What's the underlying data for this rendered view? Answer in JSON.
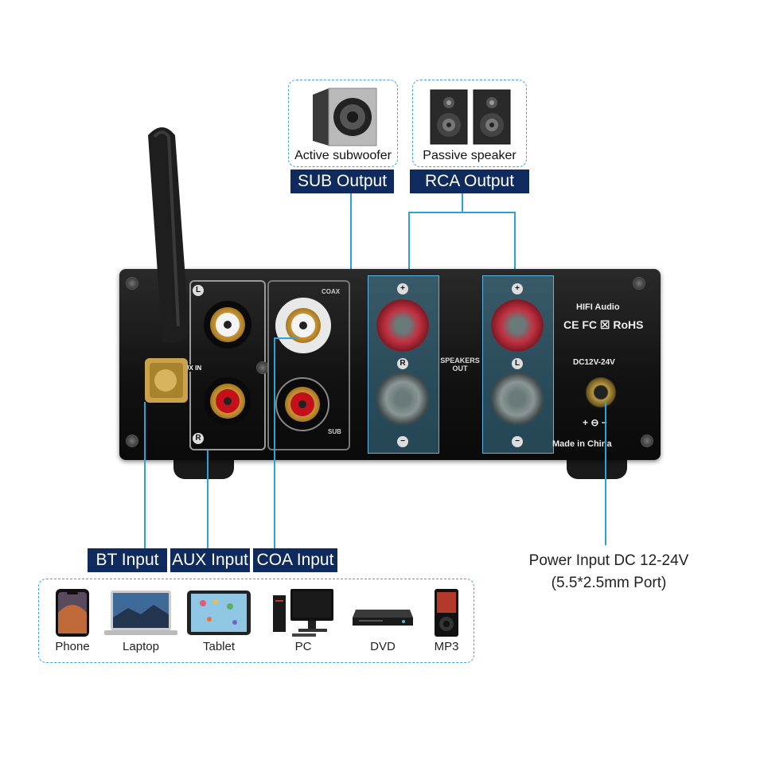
{
  "top": {
    "subwoofer_caption": "Active subwoofer",
    "passive_caption": "Passive speaker",
    "sub_output": "SUB Output",
    "rca_output": "RCA Output"
  },
  "amp": {
    "brand": "HIFI Audio",
    "certs": "CE FC ☒ RoHS",
    "dc_label": "DC12V-24V",
    "made_in": "Made in China",
    "speakers_out": "SPEAKERS\nOUT",
    "aux_in": "AUX IN",
    "coax": "COAX",
    "sub": "SUB",
    "l": "L",
    "r": "R",
    "plus": "+",
    "minus": "−",
    "polarity": "+ ⊖ −"
  },
  "inputs": {
    "bt": "BT Input",
    "aux": "AUX Input",
    "coa": "COA Input"
  },
  "power": {
    "line1": "Power Input DC 12-24V",
    "line2": "(5.5*2.5mm Port)"
  },
  "devices": [
    {
      "label": "Phone",
      "icon": "phone-icon"
    },
    {
      "label": "Laptop",
      "icon": "laptop-icon"
    },
    {
      "label": "Tablet",
      "icon": "tablet-icon"
    },
    {
      "label": "PC",
      "icon": "pc-icon"
    },
    {
      "label": "DVD",
      "icon": "dvd-icon"
    },
    {
      "label": "MP3",
      "icon": "mp3-icon"
    }
  ],
  "colors": {
    "accent_line": "#2aa3dc",
    "label_bg": "#0f2a5c",
    "chassis": "#111111"
  }
}
